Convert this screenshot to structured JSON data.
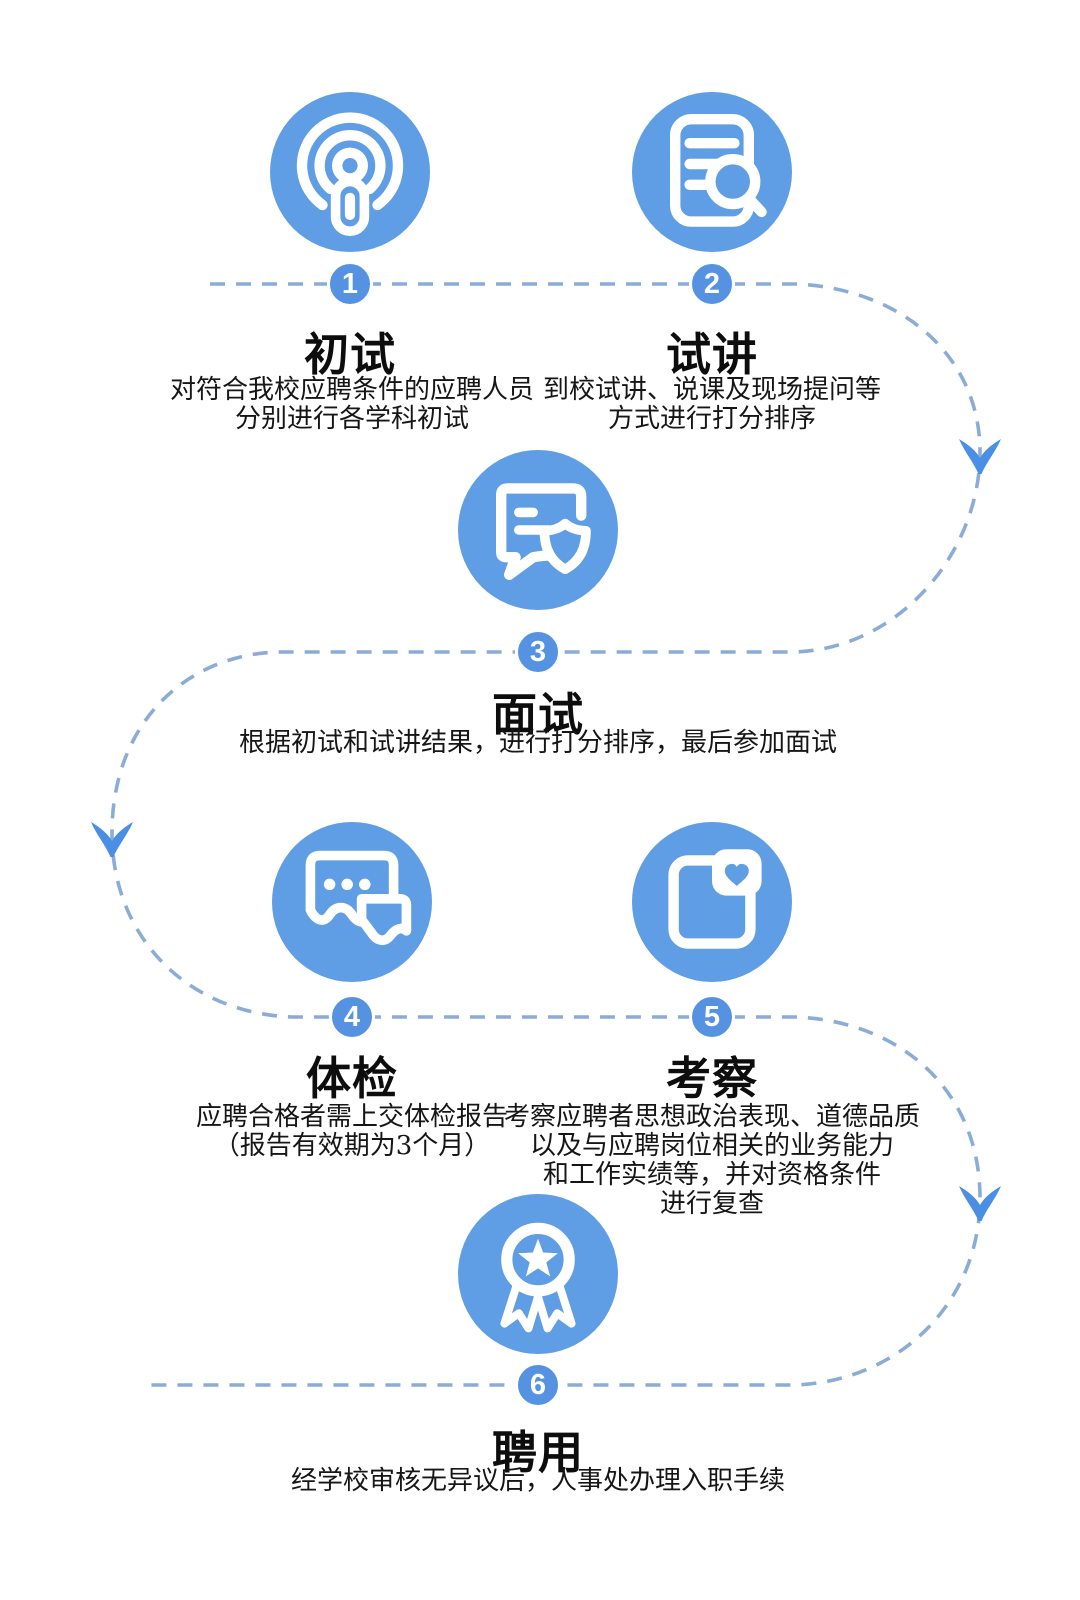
{
  "colors": {
    "background": "#ffffff",
    "primary": "#5F9DE4",
    "badge_bg": "#5593E2",
    "arrow": "#4B8FE4",
    "dash": "#8BACD6",
    "title_color": "#0d0d0d",
    "desc_color": "#161616"
  },
  "steps": [
    {
      "number": "1",
      "title": "初试",
      "desc": "对符合我校应聘条件的应聘人员\n分别进行各学科初试",
      "icon": "podcast-icon"
    },
    {
      "number": "2",
      "title": "试讲",
      "desc": "到校试讲、说课及现场提问等\n方式进行打分排序",
      "icon": "document-search-icon"
    },
    {
      "number": "3",
      "title": "面试",
      "desc": "根据初试和试讲结果，进行打分排序，最后参加面试",
      "icon": "chat-shield-icon"
    },
    {
      "number": "4",
      "title": "体检",
      "desc": "应聘合格者需上交体检报告\n（报告有效期为3个月）",
      "icon": "chat-bubbles-icon"
    },
    {
      "number": "5",
      "title": "考察",
      "desc": "考察应聘者思想政治表现、道德品质\n以及与应聘岗位相关的业务能力\n和工作实绩等，并对资格条件\n进行复查",
      "icon": "heart-box-icon"
    },
    {
      "number": "6",
      "title": "聘用",
      "desc": "经学校审核无异议后，人事处办理入职手续",
      "icon": "medal-star-icon"
    }
  ]
}
